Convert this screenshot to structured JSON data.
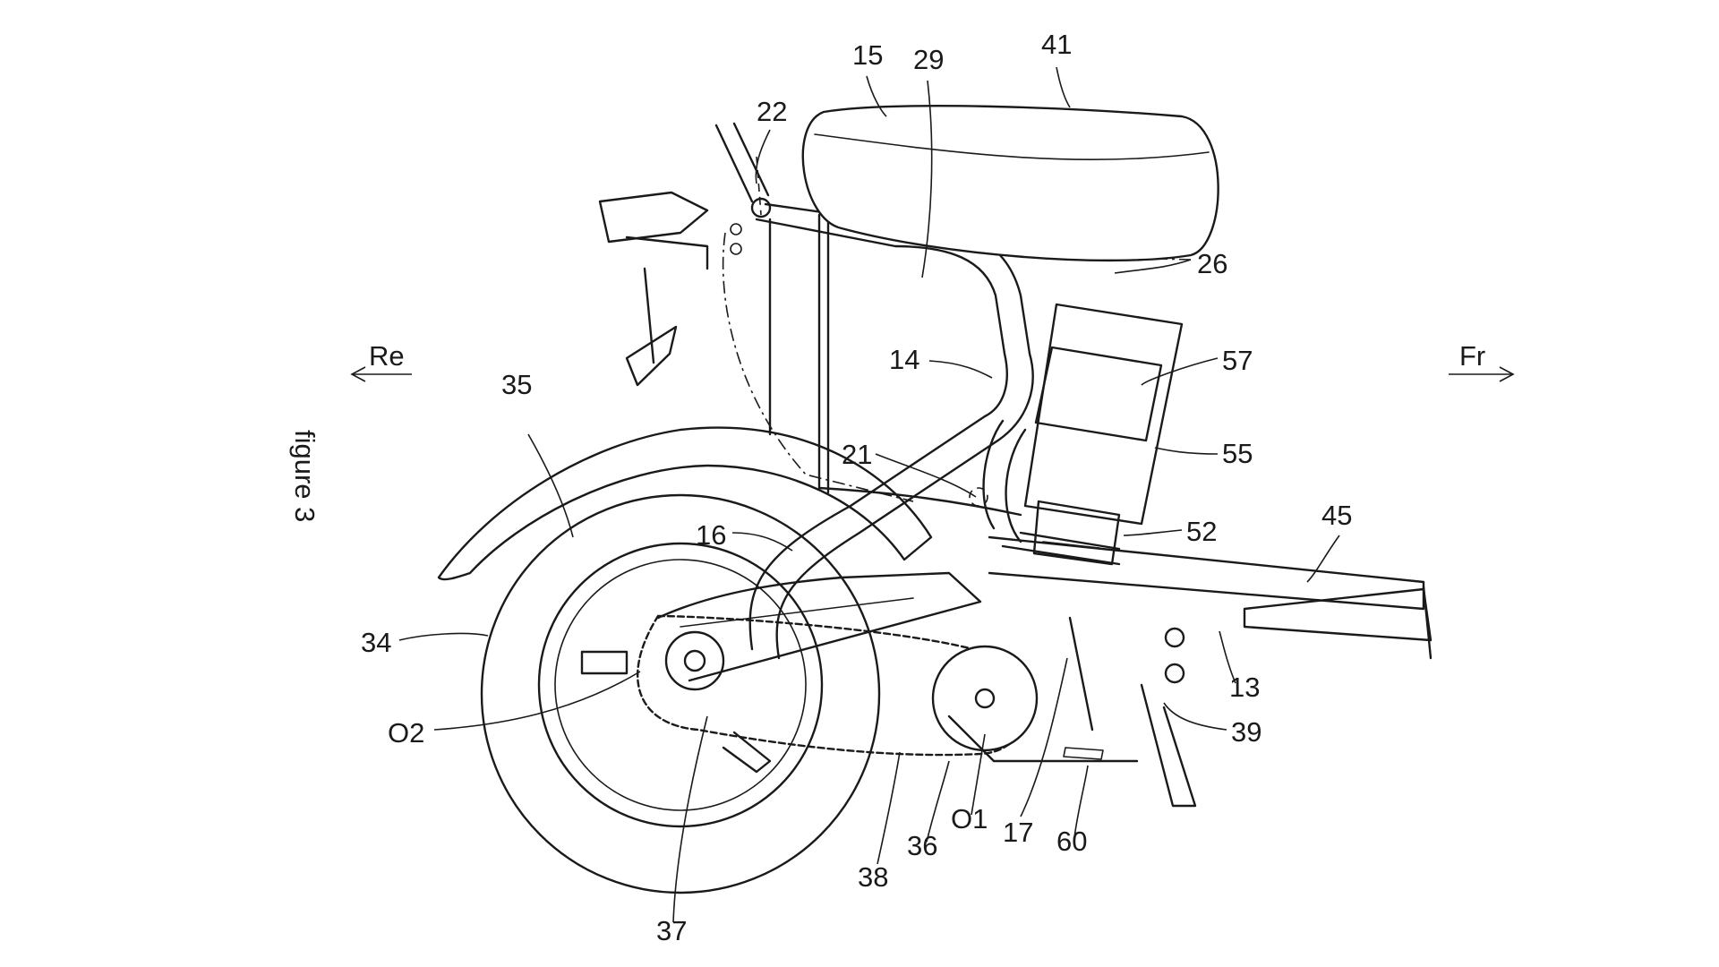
{
  "figure_caption": "figure 3",
  "directions": {
    "rear": "Re",
    "front": "Fr"
  },
  "labels": {
    "l15": "15",
    "l29": "29",
    "l41": "41",
    "l22": "22",
    "l26": "26",
    "l14": "14",
    "l57": "57",
    "l35": "35",
    "l21": "21",
    "l55": "55",
    "l16": "16",
    "l52": "52",
    "l45": "45",
    "l34": "34",
    "l13": "13",
    "lO2": "O2",
    "l39": "39",
    "lO1": "O1",
    "l17": "17",
    "l36": "36",
    "l60": "60",
    "l38": "38",
    "l37": "37"
  }
}
